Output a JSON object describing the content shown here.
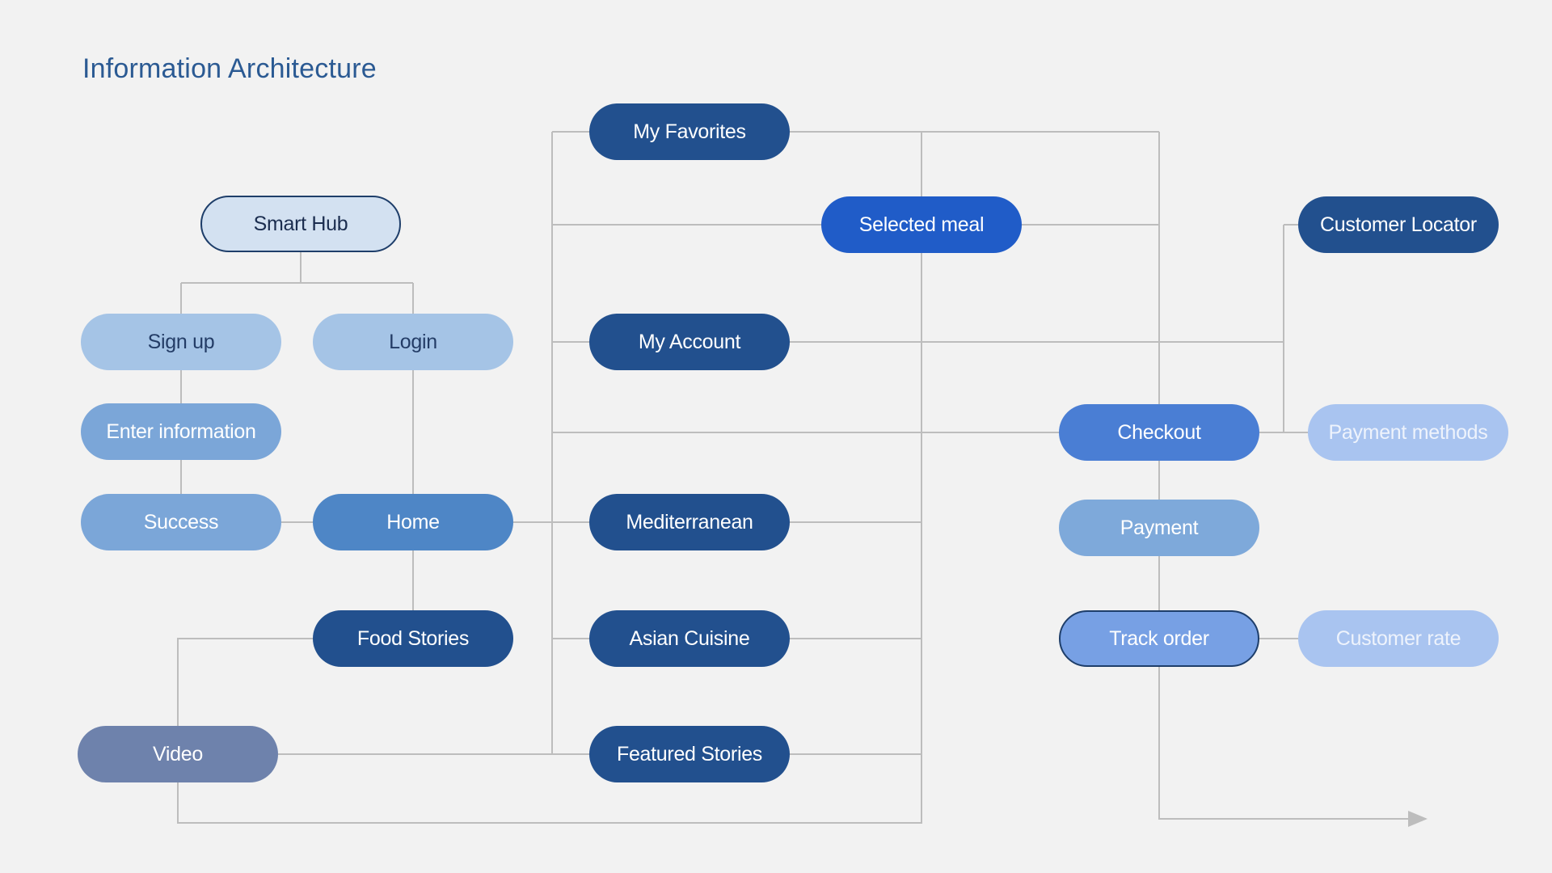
{
  "title": "Information Architecture",
  "nodes": {
    "smart_hub": "Smart Hub",
    "sign_up": "Sign up",
    "login": "Login",
    "enter_information": "Enter information",
    "success": "Success",
    "home": "Home",
    "food_stories": "Food Stories",
    "video": "Video",
    "my_favorites": "My Favorites",
    "selected_meal": "Selected meal",
    "my_account": "My Account",
    "mediterranean": "Mediterranean",
    "asian_cuisine": "Asian Cuisine",
    "featured_stories": "Featured Stories",
    "checkout": "Checkout",
    "payment": "Payment",
    "track_order": "Track order",
    "customer_locator": "Customer Locator",
    "payment_methods": "Payment methods",
    "customer_rate": "Customer rate"
  },
  "colors": {
    "background": "#f2f2f2",
    "connector": "#bdbdbd",
    "title": "#2b5a93",
    "dark_node": "#22508e",
    "selected_node": "#205cc8"
  }
}
